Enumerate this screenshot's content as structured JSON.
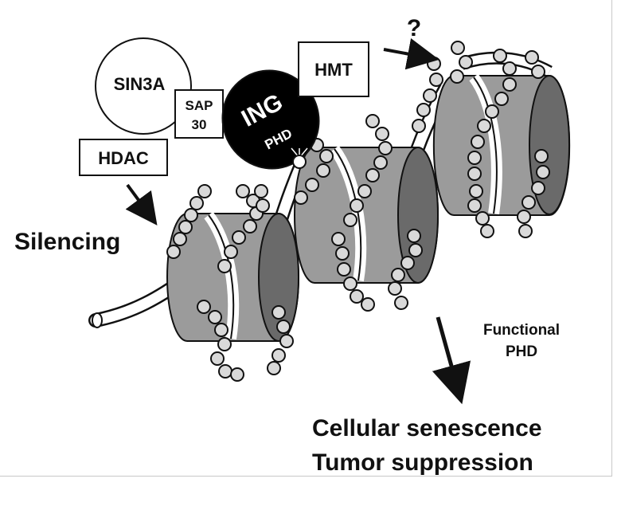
{
  "labels": {
    "sin3a": "SIN3A",
    "sap_line1": "SAP",
    "sap_line2": "30",
    "hdac": "HDAC",
    "ing": "ING",
    "phd": "PHD",
    "hmt": "HMT",
    "question": "?",
    "silencing": "Silencing",
    "functional_line1": "Functional",
    "functional_line2": "PHD",
    "outcome_line1": "Cellular senescence",
    "outcome_line2": "Tumor suppression"
  },
  "colors": {
    "nucleosome_fill": "#9b9b9b",
    "nucleosome_dark": "#6a6a6a",
    "histone_tail_bead": "#d9d9d9",
    "ing_fill": "#000000",
    "outline": "#111111"
  }
}
